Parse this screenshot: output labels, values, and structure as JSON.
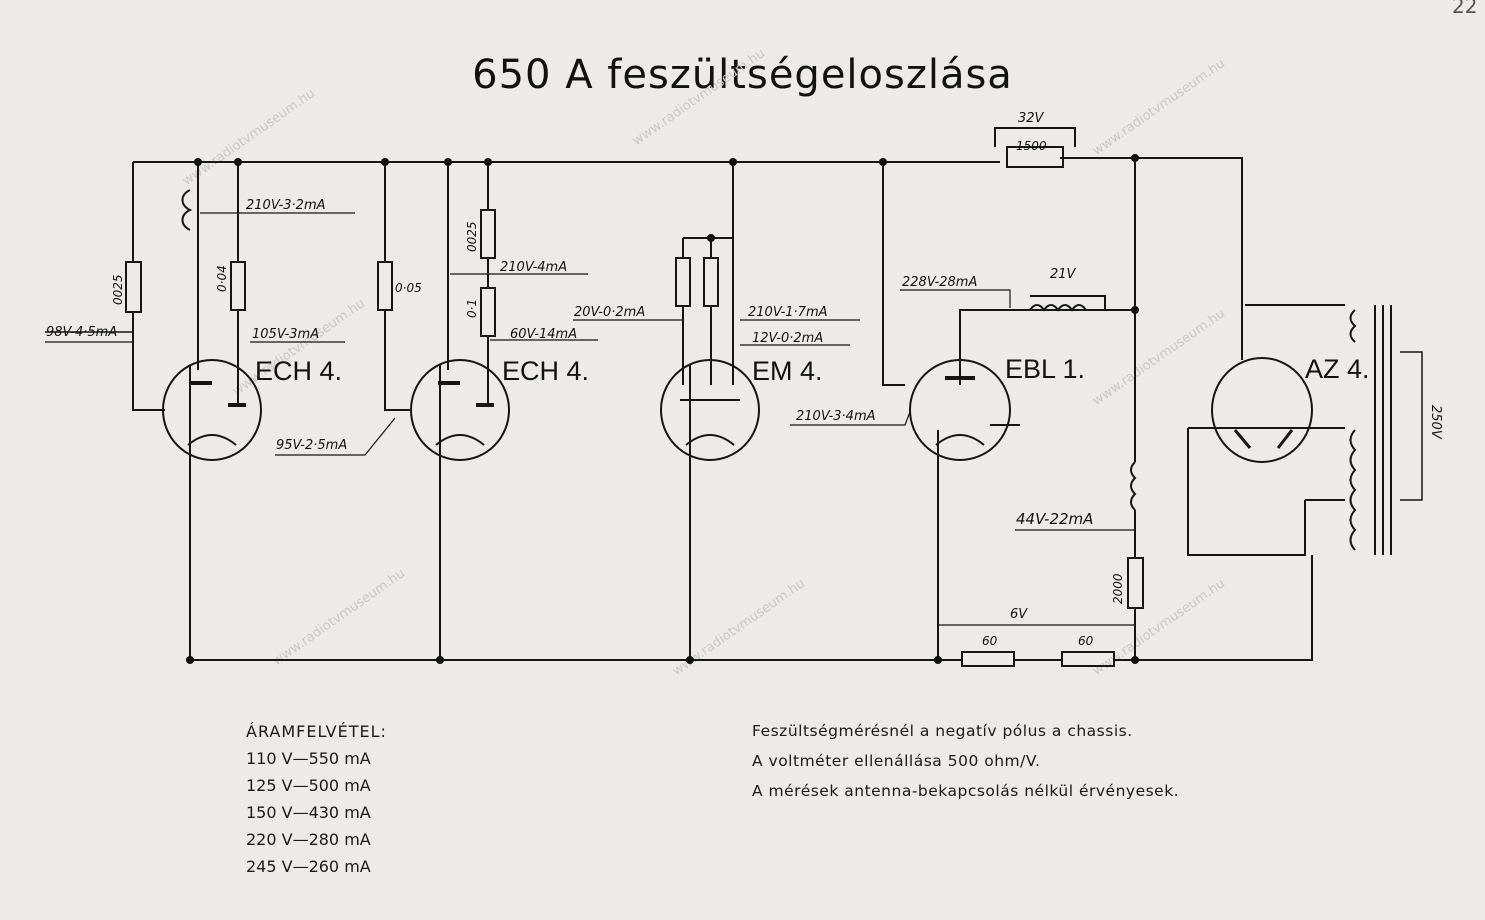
{
  "page_number": "22",
  "title": "650 A  feszültségeloszlása",
  "watermark": "www.radiotvmuseum.hu",
  "tubes": [
    {
      "id": "ech4-1",
      "label": "ECH 4."
    },
    {
      "id": "ech4-2",
      "label": "ECH 4."
    },
    {
      "id": "em4",
      "label": "EM 4."
    },
    {
      "id": "ebl1",
      "label": "EBL 1."
    },
    {
      "id": "az4",
      "label": "AZ 4."
    }
  ],
  "voltage_labels": {
    "v1": "210V-3·2mA",
    "v2": "98V-4·5mA",
    "v3": "105V-3mA",
    "v4": "95V-2·5mA",
    "v5": "210V-4mA",
    "v6": "60V-14mA",
    "v7": "20V-0·2mA",
    "v8": "210V-1·7mA",
    "v9": "12V-0·2mA",
    "v10": "228V-28mA",
    "v11": "21V",
    "v12": "210V-3·4mA",
    "v13": "44V-22mA",
    "v14": "32V",
    "v15": "6V",
    "v16": "250V"
  },
  "resistor_values": {
    "r1": "0025",
    "r2": "0·04",
    "r3": "0·05",
    "r4": "0025",
    "r5": "0·1",
    "r6": "1500",
    "r7": "2000",
    "r8": "60",
    "r9": "60"
  },
  "current_consumption": {
    "heading": "ÁRAMFELVÉTEL:",
    "rows": [
      "110 V—550 mA",
      "125 V—500 mA",
      "150 V—430 mA",
      "220 V—280 mA",
      "245 V—260 mA"
    ]
  },
  "notes": [
    "Feszültségmérésnél a negatív pólus a chassis.",
    "A voltméter ellenállása 500 ohm/V.",
    "A mérések antenna-bekapcsolás nélkül érvényesek."
  ]
}
